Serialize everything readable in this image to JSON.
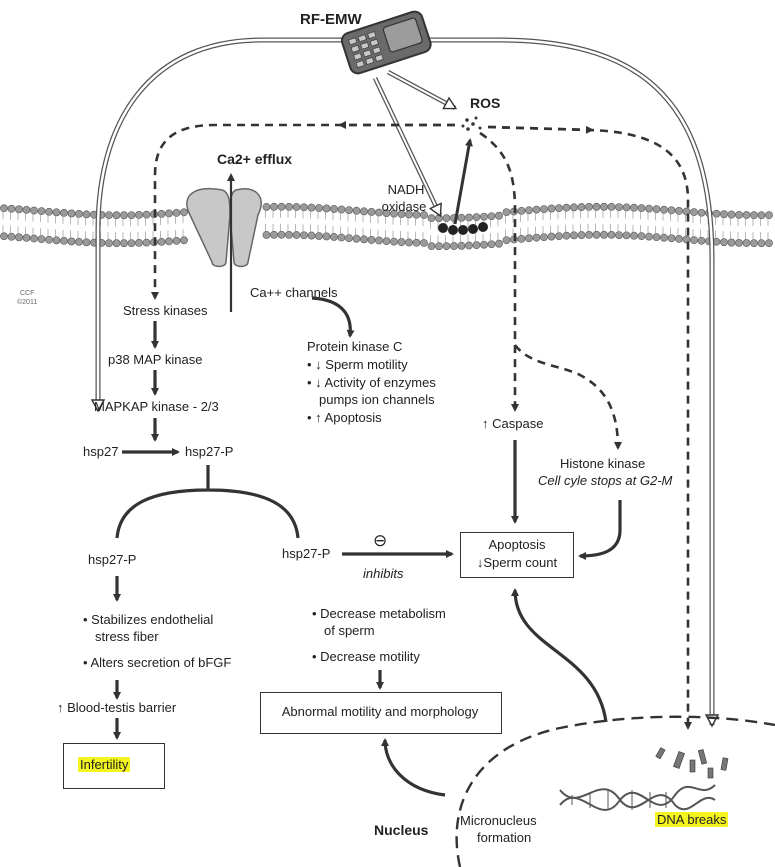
{
  "labels": {
    "rf_emw": "RF-EMW",
    "ros": "ROS",
    "ca_efflux": "Ca2+ efflux",
    "nadh": "NADH",
    "oxidase": "oxidase",
    "ca_channels": "Ca++ channels",
    "stress_kinases": "Stress kinases",
    "p38": "p38 MAP kinase",
    "mapkap": "MAPKAP kinase - 2/3",
    "hsp27": "hsp27",
    "hsp27p_top": "hsp27-P",
    "hsp27p_left": "hsp27-P",
    "hsp27p_mid": "hsp27-P",
    "pkc_title": "Protein kinase C",
    "pkc_1": "• ↓ Sperm motility",
    "pkc_2a": "• ↓ Activity of enzymes",
    "pkc_2b": "pumps ion channels",
    "pkc_3": "• ↑ Apoptosis",
    "caspase": "↑ Caspase",
    "histone": "Histone kinase",
    "cell_cycle": "Cell cyle stops at G2-M",
    "apoptosis": "Apoptosis",
    "sperm_count": "↓Sperm count",
    "inhibit_sym": "⊖",
    "inhibits": "inhibits",
    "stab_1": "• Stabilizes endothelial",
    "stab_2": "stress fiber",
    "alters": "• Alters secretion of bFGF",
    "btb": "↑ Blood-testis barrier",
    "infertility": "Infertility",
    "dec_met_1": "• Decrease metabolism",
    "dec_met_2": "of sperm",
    "dec_mot": "• Decrease motility",
    "abnormal": "Abnormal motility and morphology",
    "nucleus": "Nucleus",
    "micro_1": "Micronucleus",
    "micro_2": "formation",
    "dna_breaks": "DNA breaks",
    "ccf_1": "CCF",
    "ccf_2": "©2011"
  },
  "colors": {
    "ink": "#333333",
    "membrane": "#9a9a9a",
    "highlight": "#f4f41e"
  },
  "icons": [
    "mobile-phone-icon",
    "ion-channel-icon",
    "dna-helix-icon"
  ]
}
